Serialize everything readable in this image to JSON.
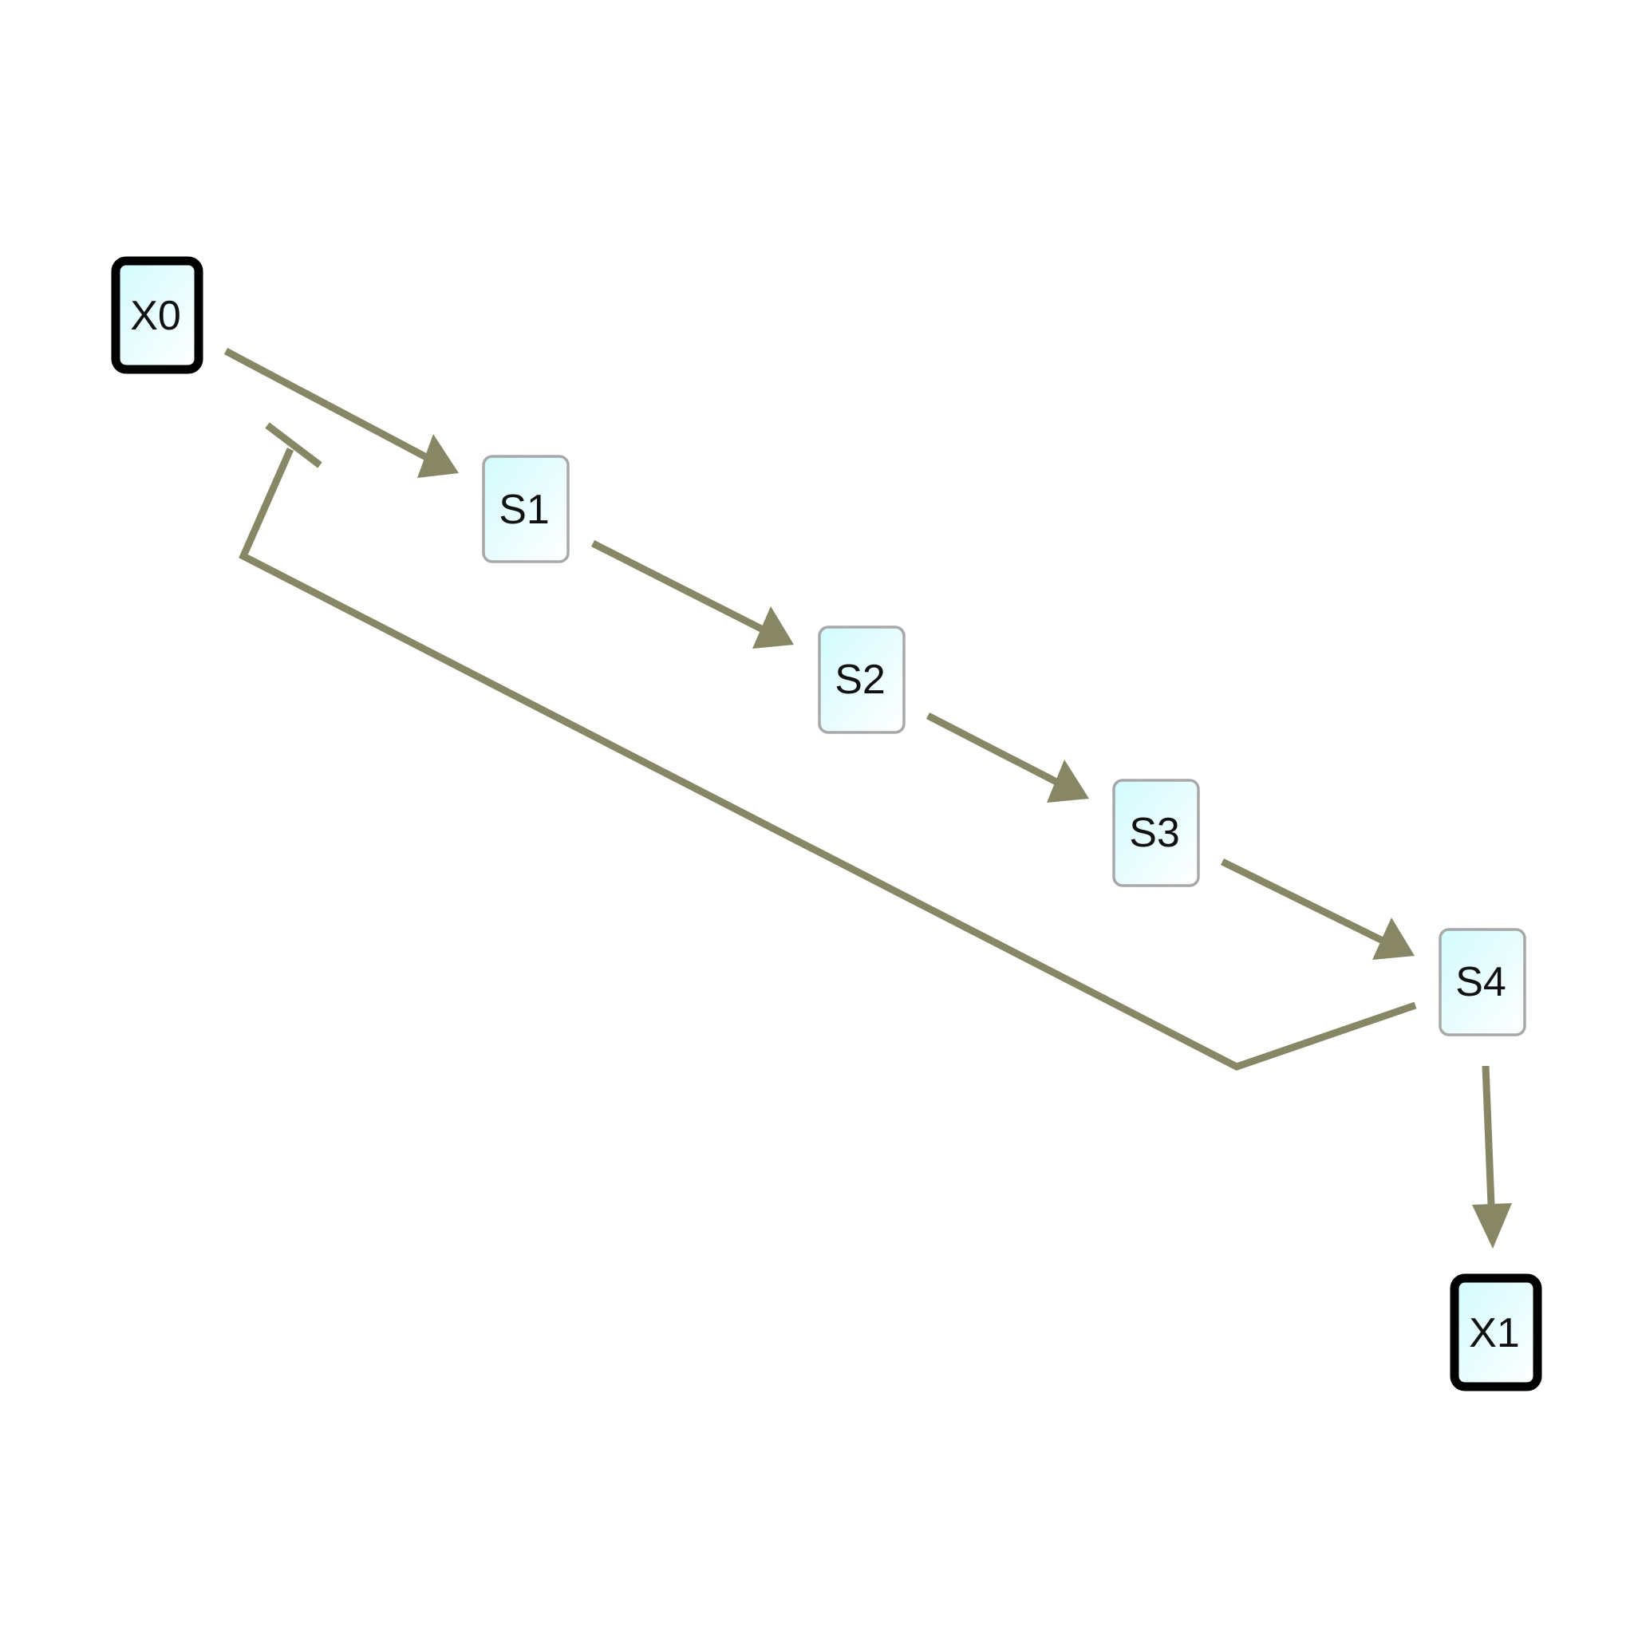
{
  "nodes": [
    {
      "id": "X0",
      "label": "X0",
      "kind": "boundary"
    },
    {
      "id": "S1",
      "label": "S1",
      "kind": "species"
    },
    {
      "id": "S2",
      "label": "S2",
      "kind": "species"
    },
    {
      "id": "S3",
      "label": "S3",
      "kind": "species"
    },
    {
      "id": "S4",
      "label": "S4",
      "kind": "species"
    },
    {
      "id": "X1",
      "label": "X1",
      "kind": "boundary"
    }
  ],
  "edges": [
    {
      "from": "X0",
      "to": "S1",
      "type": "activation"
    },
    {
      "from": "S1",
      "to": "S2",
      "type": "activation"
    },
    {
      "from": "S2",
      "to": "S3",
      "type": "activation"
    },
    {
      "from": "S3",
      "to": "S4",
      "type": "activation"
    },
    {
      "from": "S4",
      "to": "X1",
      "type": "activation"
    },
    {
      "from": "S4",
      "to": "X0",
      "type": "inhibition"
    }
  ],
  "colors": {
    "edge": "#878766",
    "node_fill_start": "#d2fbfd",
    "node_fill_end": "#ffffff",
    "boundary_border": "#000000",
    "species_border": "#a8a8a8"
  }
}
